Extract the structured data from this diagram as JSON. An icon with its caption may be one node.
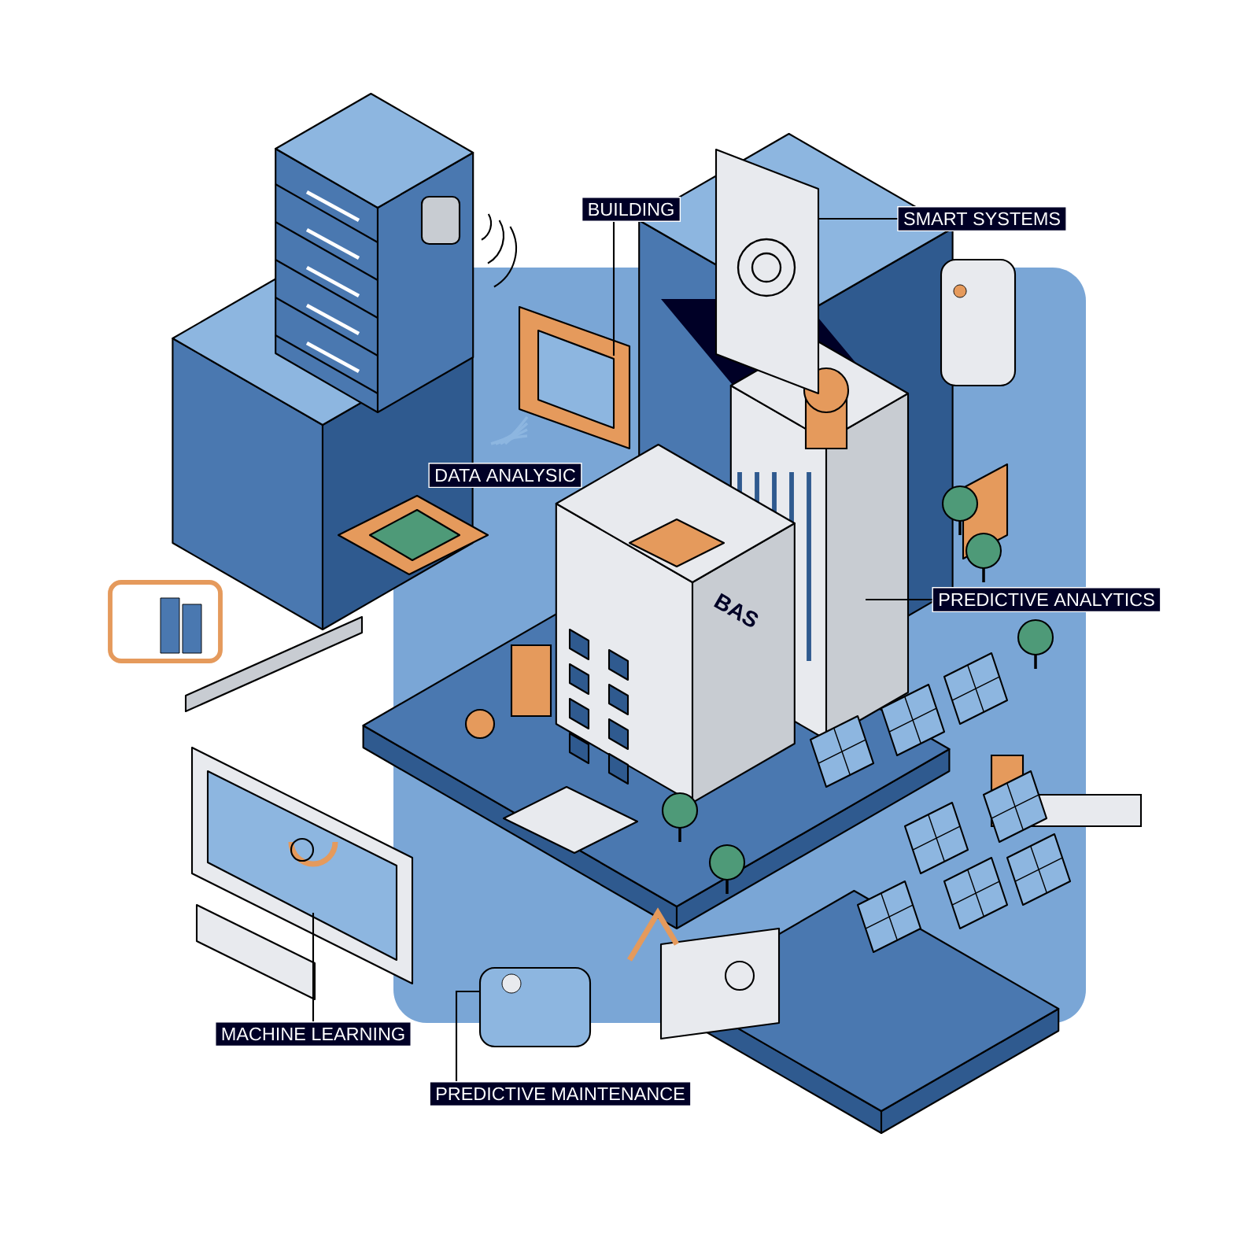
{
  "diagram": {
    "nodes": [
      {
        "text": [
          "BUILDING"
        ]
      },
      {
        "text": [
          "SMART SYSTEMS"
        ]
      },
      {
        "text": [
          "DATA ANALYSIC"
        ]
      },
      {
        "text": [
          "PREDICTIVE ANALYTICS"
        ]
      },
      {
        "text": [
          "MACHINE LEARNING"
        ]
      },
      {
        "text": [
          "PREDICTIVE MAINTENANCE"
        ]
      },
      {
        "text": [],
        "shape": "picture"
      },
      {
        "text": [],
        "shape": "picture"
      },
      {
        "text": [],
        "shape": "picture"
      },
      {
        "text": [],
        "shape": "picture"
      },
      {
        "text": [],
        "shape": "picture"
      }
    ],
    "edges": [
      {
        "from": 0,
        "to": 6,
        "arrow": "none"
      },
      {
        "from": 1,
        "to": 7,
        "arrow": "none"
      },
      {
        "from": 3,
        "to": 8,
        "arrow": "none"
      },
      {
        "from": 4,
        "to": 9,
        "arrow": "none"
      },
      {
        "from": 5,
        "to": 10,
        "arrow": "none"
      }
    ],
    "labels": [
      "BAS"
    ]
  }
}
